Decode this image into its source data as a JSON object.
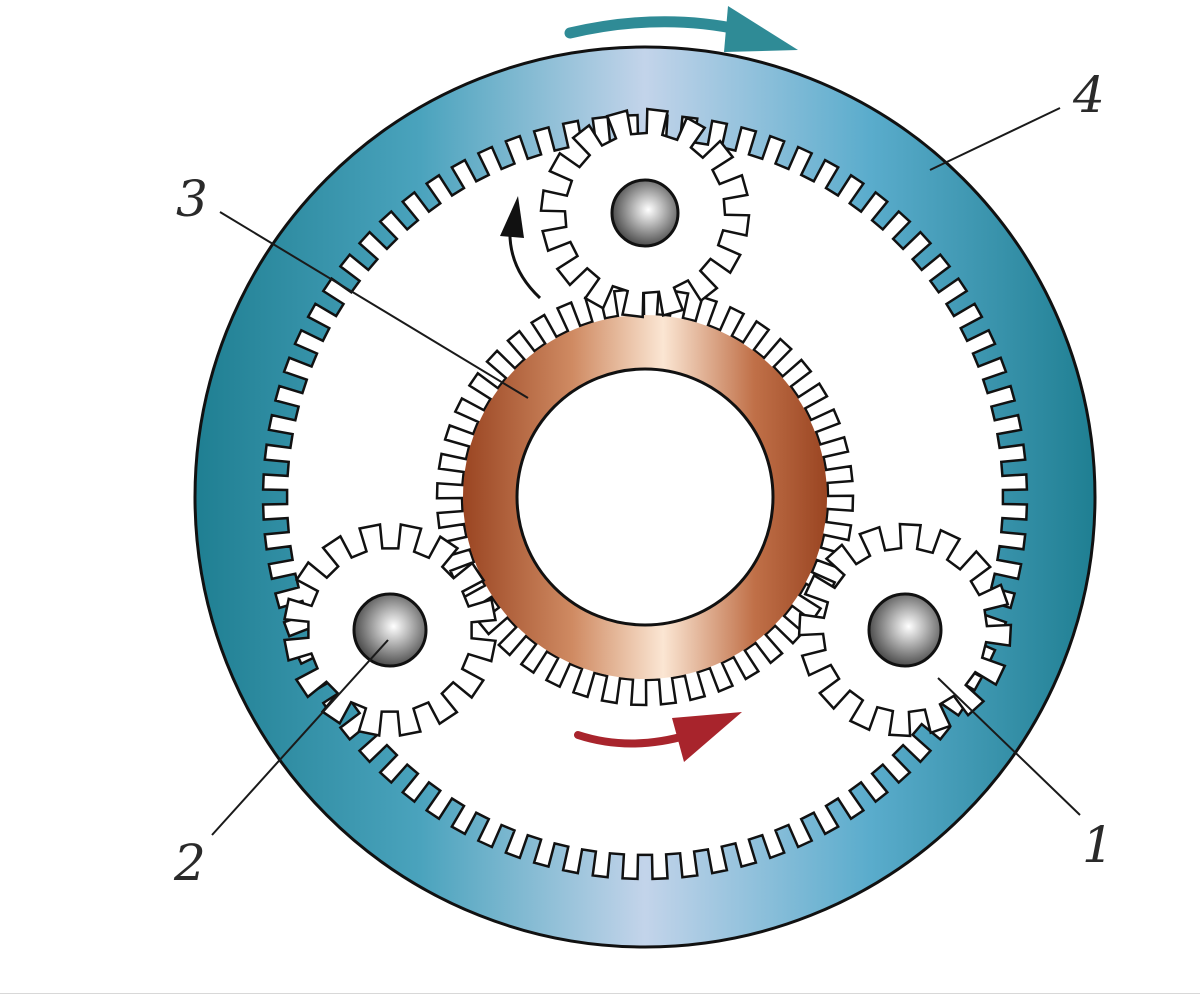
{
  "labels": {
    "l1": "1",
    "l2": "2",
    "l3": "3",
    "l4": "4"
  },
  "colors": {
    "ring_dark": "#1f7f92",
    "ring_light": "#b9d6e8",
    "sun_dark": "#9a4522",
    "sun_light": "#fbe6d3",
    "arrow_ring": "#2f8b96",
    "arrow_sun": "#a8242c",
    "arrow_planet": "#111111",
    "outline": "#111111"
  },
  "icons": {
    "planet_pin": "steel-ball-icon",
    "rotation": "curved-arrow-icon"
  }
}
